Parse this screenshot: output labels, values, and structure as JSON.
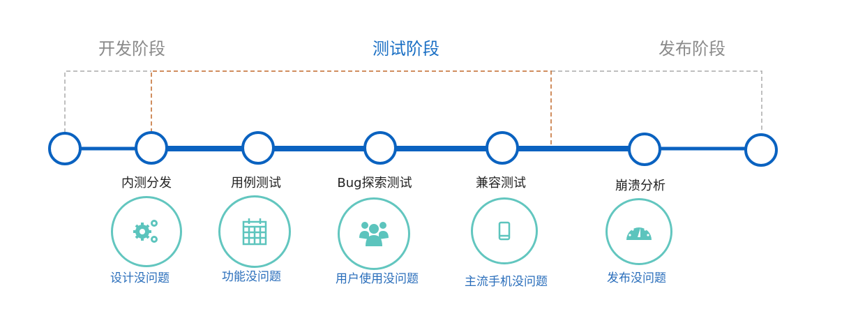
{
  "phases": [
    {
      "label": "开发阶段"
    },
    {
      "label": "测试阶段"
    },
    {
      "label": "发布阶段"
    }
  ],
  "steps": [
    {
      "label": "内测分发",
      "result": "设计没问题",
      "icon": "gears-icon"
    },
    {
      "label": "用例测试",
      "result": "功能没问题",
      "icon": "calendar-icon"
    },
    {
      "label": "Bug探索测试",
      "result": "用户使用没问题",
      "icon": "users-icon"
    },
    {
      "label": "兼容测试",
      "result": "主流手机没问题",
      "icon": "mobile-phone-icon"
    },
    {
      "label": "崩溃分析",
      "result": "发布没问题",
      "icon": "dashboard-icon"
    }
  ],
  "colors": {
    "line": "#0a62c0",
    "teal": "#5cc4bd",
    "active_phase": "#1a6fc4",
    "inactive_phase": "#8a8a8a",
    "dash_orange": "#c0692a",
    "dash_gray": "#aaaaaa"
  }
}
